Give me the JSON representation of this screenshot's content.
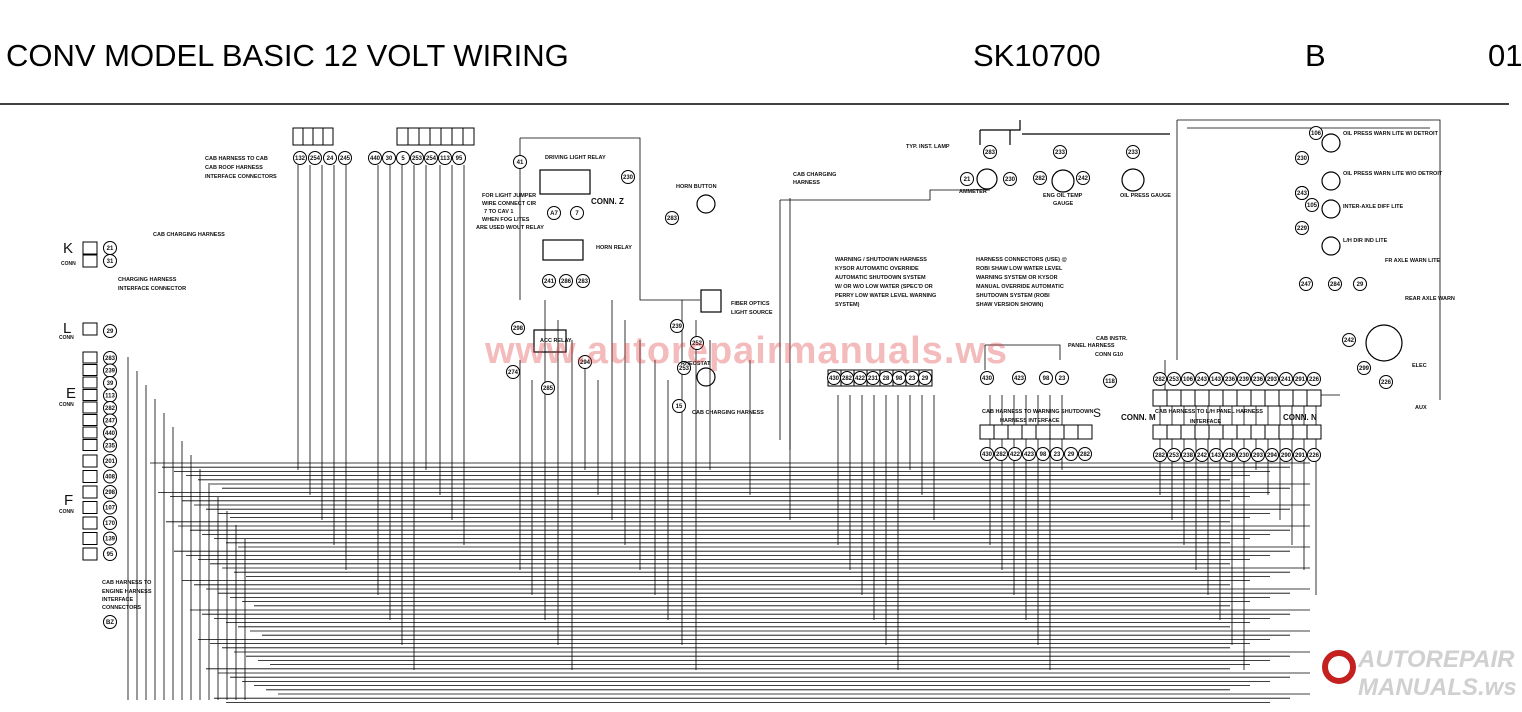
{
  "header": {
    "title": "CONV MODEL BASIC 12 VOLT WIRING",
    "drawing_number": "SK10700",
    "revision": "B",
    "sheet": "01"
  },
  "watermark": "www.autorepairmanuals.ws",
  "logo": {
    "line1": "AUTOREPAIR",
    "line2": "MANUALS.ws"
  },
  "labels": {
    "cab_harness_to_cab": "CAB HARNESS TO CAB",
    "cab_roof_harness": "CAB ROOF HARNESS",
    "interface_connectors": "INTERFACE CONNECTORS",
    "cab_charging_harness": "CAB CHARGING HARNESS",
    "charging_harness": "CHARGING HARNESS",
    "interface_connector": "INTERFACE CONNECTOR",
    "driving_light_relay": "DRIVING LIGHT RELAY",
    "fog_jumper_1": "FOR LIGHT JUMPER",
    "fog_jumper_2": "WIRE CONNECT CIR",
    "fog_jumper_3": "7 TO CAV 1",
    "fog_jumper_4": "WHEN FOG LITES",
    "fog_jumper_5": "ARE USED W/OUT RELAY",
    "conn_z": "CONN. Z",
    "horn_button": "HORN BUTTON",
    "horn_relay": "HORN RELAY",
    "fiber_optics": "FIBER OPTICS",
    "light_source": "LIGHT SOURCE",
    "acc_relay": "ACC RELAY",
    "rheostat": "RHEOSTAT",
    "cab_charging_harness2": "CAB CHARGING HARNESS",
    "cab_charging_harness3": "CAB CHARGING",
    "harness": "HARNESS",
    "typ_inst_lamp": "TYP. INST. LAMP",
    "ammeter": "AMMETER",
    "eng_oil_temp": "ENG OIL TEMP",
    "gauge": "GAUGE",
    "oil_press_gauge": "OIL PRESS GAUGE",
    "oil_press_warn": "OIL PRESS WARN LITE W/ DETROIT",
    "oil_press_warn2": "OIL PRESS WARN LITE W/O DETROIT",
    "inter_axle": "INTER-AXLE DIFF LITE",
    "lh_dir": "L/H DIR IND LITE",
    "fr_axle": "FR AXLE WARN LITE",
    "rear_axle": "REAR AXLE WARN",
    "elec": "ELEC",
    "warning_shutdown": "WARNING / SHUTDOWN HARNESS",
    "ws1": "KYSOR AUTOMATIC OVERRIDE",
    "ws2": "AUTOMATIC SHUTDOWN SYSTEM",
    "ws3": "W/ OR W/O LOW WATER (SPEC'D OR",
    "ws4": "PERRY LOW WATER LEVEL WARNING",
    "ws5": "SYSTEM)",
    "hc0": "HARNESS CONNECTORS (USE) @",
    "hc1": "ROBI SHAW LOW WATER LEVEL",
    "hc2": "WARNING SYSTEM OR KYSOR",
    "hc3": "MANUAL OVERRIDE AUTOMATIC",
    "hc4": "SHUTDOWN SYSTEM (ROBI",
    "hc5": "SHAW VERSION SHOWN)",
    "cab_to_warning": "CAB HARNESS TO WARNING SHUTDOWN",
    "harness_interface": "HARNESS INTERFACE",
    "cab_instr": "CAB INSTR.",
    "panel_harness": "PANEL HARNESS",
    "conn_g10": "CONN G10",
    "cab_to_lh_panel": "CAB HARNESS TO L/H PANEL HARNESS",
    "interface": "INTERFACE",
    "cab_to_engine": "CAB HARNESS TO",
    "engine_harness": "ENGINE HARNESS",
    "interface2": "INTERFACE",
    "connectors": "CONNECTORS",
    "conn": "CONN",
    "conn_m": "CONN. M",
    "conn_n": "CONN. N",
    "conn_s": "S",
    "k": "K",
    "l": "L",
    "e": "E",
    "f": "F",
    "aux": "AUX"
  },
  "nodes": {
    "k_conn": [
      "21",
      "31"
    ],
    "l_conn": [
      "29"
    ],
    "e_conn": [
      "283",
      "239",
      "39",
      "113",
      "282",
      "247",
      "440",
      "235"
    ],
    "f_conn": [
      "201",
      "408",
      "298",
      "107",
      "170",
      "139",
      "95"
    ],
    "bottom_conn": [
      "BZ"
    ],
    "roof_left": [
      "132",
      "254",
      "24",
      "245"
    ],
    "roof_right": [
      "440",
      "30",
      "5",
      "253",
      "254",
      "113",
      "95"
    ],
    "driving_relay": [
      "41",
      "230",
      "A7",
      "7"
    ],
    "horn": [
      "283",
      "241",
      "286",
      "283"
    ],
    "acc": [
      "298",
      "274",
      "285",
      "294"
    ],
    "fiber": [
      "239",
      "252",
      "253",
      "15"
    ],
    "warning": [
      "430",
      "282",
      "422",
      "231",
      "28",
      "98",
      "23",
      "29"
    ],
    "harness_top": [
      "430",
      "423",
      "98",
      "23"
    ],
    "shutdown_bottom": [
      "430",
      "282",
      "422",
      "423",
      "98",
      "23",
      "29",
      "282"
    ],
    "gauges": [
      "283",
      "21",
      "230",
      "233",
      "282",
      "242",
      "233"
    ],
    "right_col": [
      "106",
      "230",
      "247",
      "243",
      "105",
      "229"
    ],
    "panel_top": [
      "282",
      "253",
      "106",
      "243",
      "143",
      "236",
      "239",
      "236",
      "293",
      "241",
      "291",
      "226"
    ],
    "panel_bottom": [
      "282",
      "253",
      "238",
      "242",
      "143",
      "236",
      "230",
      "293",
      "294",
      "290",
      "291",
      "226"
    ],
    "misc": [
      "247",
      "284",
      "29",
      "242",
      "299",
      "226",
      "118"
    ]
  }
}
